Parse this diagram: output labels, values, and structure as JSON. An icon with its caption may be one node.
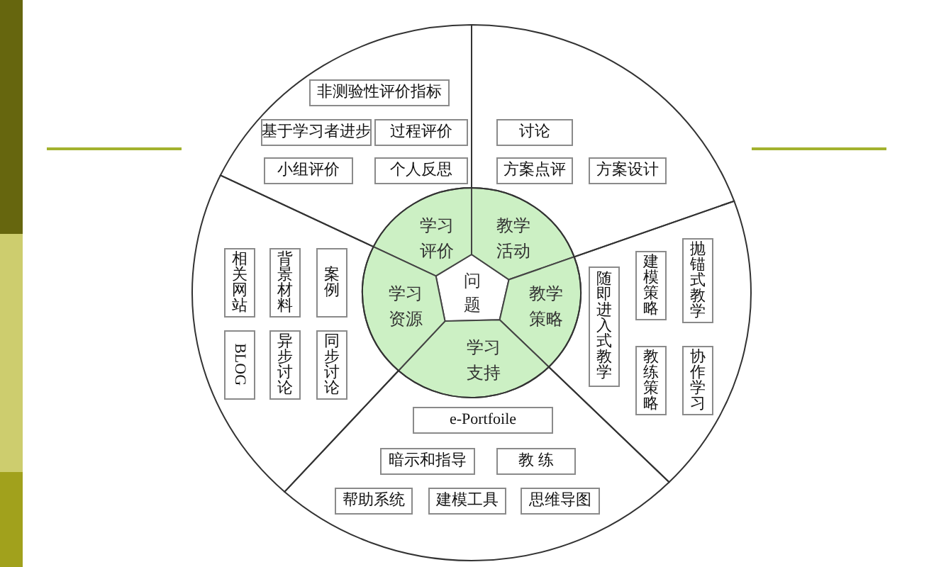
{
  "diagram": {
    "nodes": [
      {
        "text": [
          "问题"
        ]
      },
      {
        "text": [
          "学习评价"
        ]
      },
      {
        "text": [
          "教学活动"
        ]
      },
      {
        "text": [
          "教学策略"
        ]
      },
      {
        "text": [
          "学习支持"
        ]
      },
      {
        "text": [
          "学习资源"
        ]
      },
      {
        "text": [],
        "shape": "sector"
      },
      {
        "text": [
          "非测验性评价指标"
        ],
        "in": 6
      },
      {
        "text": [
          "基于学习者进步"
        ],
        "in": 6
      },
      {
        "text": [
          "过程评价"
        ],
        "in": 6
      },
      {
        "text": [
          "小组评价"
        ],
        "in": 6
      },
      {
        "text": [
          "个人反思"
        ],
        "in": 6
      },
      {
        "text": [],
        "shape": "sector"
      },
      {
        "text": [
          "讨论"
        ],
        "in": 12
      },
      {
        "text": [
          "方案点评"
        ],
        "in": 12
      },
      {
        "text": [
          "方案设计"
        ],
        "in": 12
      },
      {
        "text": [],
        "shape": "sector"
      },
      {
        "text": [
          "随即进入式教学"
        ],
        "in": 16
      },
      {
        "text": [
          "建模策略"
        ],
        "in": 16
      },
      {
        "text": [
          "抛锚式教学"
        ],
        "in": 16
      },
      {
        "text": [
          "教练策略"
        ],
        "in": 16
      },
      {
        "text": [
          "协作学习"
        ],
        "in": 16
      },
      {
        "text": [],
        "shape": "sector"
      },
      {
        "text": [
          "e-Portfoile"
        ],
        "in": 22
      },
      {
        "text": [
          "暗示和指导"
        ],
        "in": 22
      },
      {
        "text": [
          "教 练"
        ],
        "in": 22
      },
      {
        "text": [
          "帮助系统"
        ],
        "in": 22
      },
      {
        "text": [
          "建模工具"
        ],
        "in": 22
      },
      {
        "text": [
          "思维导图"
        ],
        "in": 22
      },
      {
        "text": [],
        "shape": "sector"
      },
      {
        "text": [
          "相关网站"
        ],
        "in": 29
      },
      {
        "text": [
          "背景材料"
        ],
        "in": 29
      },
      {
        "text": [
          "案例"
        ],
        "in": 29
      },
      {
        "text": [
          "BLOG"
        ],
        "in": 29
      },
      {
        "text": [
          "异步讨论"
        ],
        "in": 29
      },
      {
        "text": [
          "同步讨论"
        ],
        "in": 29
      }
    ]
  }
}
